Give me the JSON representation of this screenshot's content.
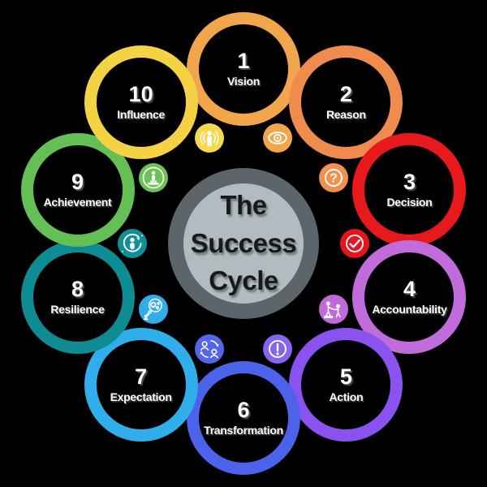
{
  "title": {
    "line1": "The",
    "line2": "Success",
    "line3": "Cycle"
  },
  "colors": {
    "background": "#000000",
    "center_ring": "#5B656A",
    "center_fill": "#B2BBBF",
    "title_text": "#17191B",
    "step_text": "#FFFFFF"
  },
  "steps": [
    {
      "number": "1",
      "label": "Vision",
      "ring_color": "#F2A64C",
      "icon": "eye",
      "icon_color": "#F2A64C"
    },
    {
      "number": "2",
      "label": "Reason",
      "ring_color": "#EF8B4D",
      "icon": "question-mark",
      "icon_color": "#F0914F"
    },
    {
      "number": "3",
      "label": "Decision",
      "ring_color": "#E8191D",
      "icon": "checkmark",
      "icon_color": "#E8141B"
    },
    {
      "number": "4",
      "label": "Accountability",
      "ring_color": "#C16CDB",
      "icon": "helping-hand",
      "icon_color": "#C168DC"
    },
    {
      "number": "5",
      "label": "Action",
      "ring_color": "#8A53F0",
      "icon": "exclamation-mark",
      "icon_color": "#8565EE"
    },
    {
      "number": "6",
      "label": "Transformation",
      "ring_color": "#4A63EA",
      "icon": "people-sync",
      "icon_color": "#5565E8"
    },
    {
      "number": "7",
      "label": "Expectation",
      "ring_color": "#30AEEC",
      "icon": "thought-bubble",
      "icon_color": "#33ACEC"
    },
    {
      "number": "8",
      "label": "Resilience",
      "ring_color": "#0E8C94",
      "icon": "person-cycle",
      "icon_color": "#0F8F96"
    },
    {
      "number": "9",
      "label": "Achievement",
      "ring_color": "#64BF55",
      "icon": "podium-winner",
      "icon_color": "#6CC254"
    },
    {
      "number": "10",
      "label": "Influence",
      "ring_color": "#F4D244",
      "icon": "person-radiate",
      "icon_color": "#F7D74C"
    }
  ]
}
